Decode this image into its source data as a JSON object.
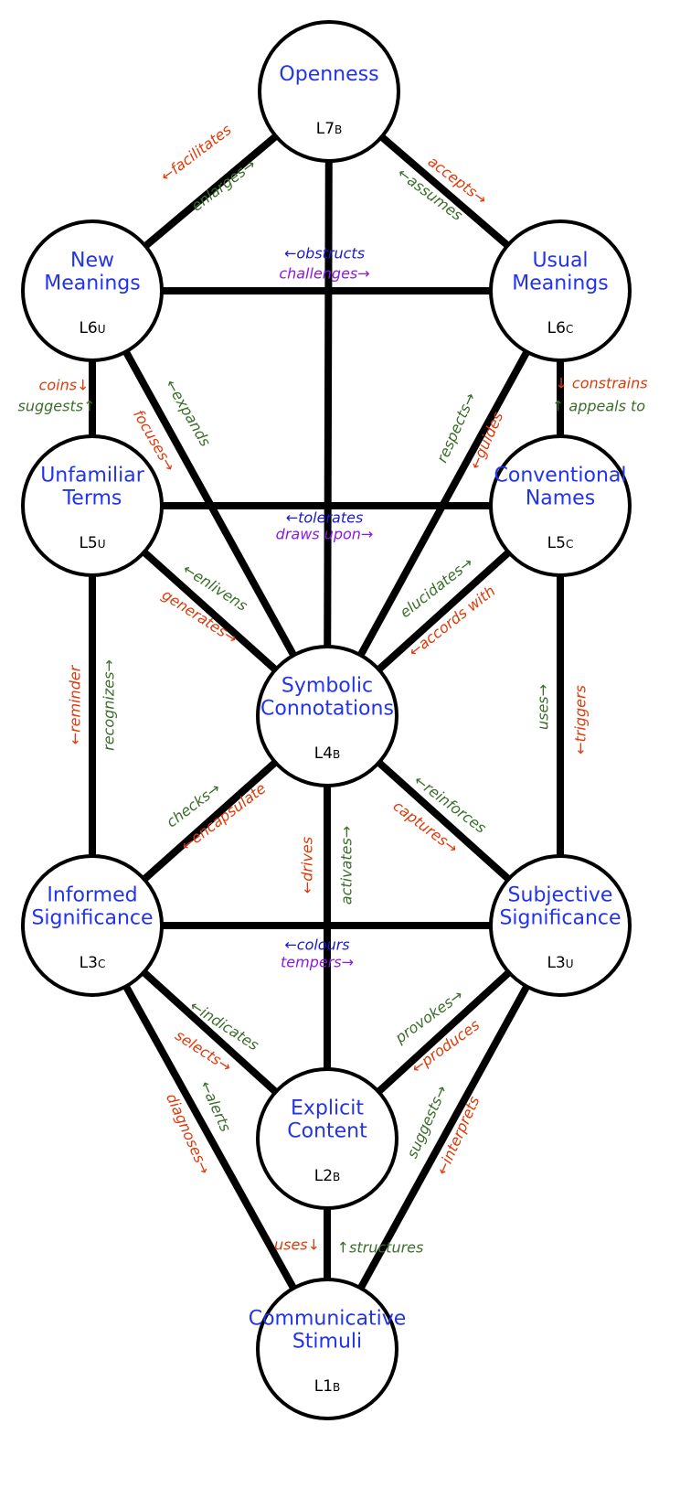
{
  "colors": {
    "node_text": "#2233ee",
    "red": "#e03a0a",
    "green": "#3a6e2a",
    "blue": "#1a1ad0",
    "purple": "#8a1ae0",
    "line": "#000000"
  },
  "nodes": [
    {
      "id": "L7",
      "lines": [
        "Openness"
      ],
      "level": "L7",
      "sub": "B"
    },
    {
      "id": "L6U",
      "lines": [
        "New",
        "Meanings"
      ],
      "level": "L6",
      "sub": "U"
    },
    {
      "id": "L6C",
      "lines": [
        "Usual",
        "Meanings"
      ],
      "level": "L6",
      "sub": "C"
    },
    {
      "id": "L5U",
      "lines": [
        "Unfamiliar",
        "Terms"
      ],
      "level": "L5",
      "sub": "U"
    },
    {
      "id": "L5C",
      "lines": [
        "Conventional",
        "Names"
      ],
      "level": "L5",
      "sub": "C"
    },
    {
      "id": "L4",
      "lines": [
        "Symbolic",
        "Connotations"
      ],
      "level": "L4",
      "sub": "B"
    },
    {
      "id": "L3C",
      "lines": [
        "Informed",
        "Significance"
      ],
      "level": "L3",
      "sub": "C"
    },
    {
      "id": "L3U",
      "lines": [
        "Subjective",
        "Significance"
      ],
      "level": "L3",
      "sub": "U"
    },
    {
      "id": "L2",
      "lines": [
        "Explicit",
        "Content"
      ],
      "level": "L2",
      "sub": "B"
    },
    {
      "id": "L1",
      "lines": [
        "Communicative",
        "Stimuli"
      ],
      "level": "L1",
      "sub": "B"
    }
  ],
  "edges": [
    {
      "from": "L7",
      "to": "L6U",
      "labels": [
        {
          "text": "←facilitates",
          "color": "red"
        },
        {
          "text": "enlarges→",
          "color": "green"
        }
      ]
    },
    {
      "from": "L7",
      "to": "L6C",
      "labels": [
        {
          "text": "accepts→",
          "color": "red"
        },
        {
          "text": "←assumes",
          "color": "green"
        }
      ]
    },
    {
      "from": "L7",
      "to": "L4",
      "labels": []
    },
    {
      "from": "L6U",
      "to": "L6C",
      "labels": [
        {
          "text": "←obstructs",
          "color": "blue"
        },
        {
          "text": "challenges→",
          "color": "purple"
        }
      ]
    },
    {
      "from": "L6U",
      "to": "L5U",
      "labels": [
        {
          "text": "coins↓",
          "color": "red"
        },
        {
          "text": "suggests↑",
          "color": "green"
        }
      ]
    },
    {
      "from": "L6C",
      "to": "L5C",
      "labels": [
        {
          "text": "↓ constrains",
          "color": "red"
        },
        {
          "text": "↑ appeals to",
          "color": "green"
        }
      ]
    },
    {
      "from": "L6U",
      "to": "L4",
      "labels": [
        {
          "text": "focuses→",
          "color": "red"
        },
        {
          "text": "←expands",
          "color": "green"
        }
      ]
    },
    {
      "from": "L6C",
      "to": "L4",
      "labels": [
        {
          "text": "respects→",
          "color": "green"
        },
        {
          "text": "←guides",
          "color": "red"
        }
      ]
    },
    {
      "from": "L5U",
      "to": "L5C",
      "labels": [
        {
          "text": "←tolerates",
          "color": "blue"
        },
        {
          "text": "draws upon→",
          "color": "purple"
        }
      ]
    },
    {
      "from": "L5U",
      "to": "L4",
      "labels": [
        {
          "text": "←enlivens",
          "color": "green"
        },
        {
          "text": "generates→",
          "color": "red"
        }
      ]
    },
    {
      "from": "L5C",
      "to": "L4",
      "labels": [
        {
          "text": "elucidates→",
          "color": "green"
        },
        {
          "text": "←accords with",
          "color": "red"
        }
      ]
    },
    {
      "from": "L5U",
      "to": "L3C",
      "labels": [
        {
          "text": "←reminder",
          "color": "red"
        },
        {
          "text": "recognizes→",
          "color": "green"
        }
      ]
    },
    {
      "from": "L5C",
      "to": "L3U",
      "labels": [
        {
          "text": "uses→",
          "color": "green"
        },
        {
          "text": "←triggers",
          "color": "red"
        }
      ]
    },
    {
      "from": "L4",
      "to": "L3C",
      "labels": [
        {
          "text": "checks→",
          "color": "green"
        },
        {
          "text": "←encapsulate",
          "color": "red"
        }
      ]
    },
    {
      "from": "L4",
      "to": "L3U",
      "labels": [
        {
          "text": "←reinforces",
          "color": "green"
        },
        {
          "text": "captures→",
          "color": "red"
        }
      ]
    },
    {
      "from": "L4",
      "to": "L2",
      "labels": [
        {
          "text": "←drives",
          "color": "red"
        },
        {
          "text": "activates→",
          "color": "green"
        }
      ]
    },
    {
      "from": "L3C",
      "to": "L3U",
      "labels": [
        {
          "text": "←colours",
          "color": "blue"
        },
        {
          "text": "tempers→",
          "color": "purple"
        }
      ]
    },
    {
      "from": "L3C",
      "to": "L2",
      "labels": [
        {
          "text": "←indicates",
          "color": "green"
        },
        {
          "text": "selects→",
          "color": "red"
        }
      ]
    },
    {
      "from": "L3U",
      "to": "L2",
      "labels": [
        {
          "text": "provokes→",
          "color": "green"
        },
        {
          "text": "←produces",
          "color": "red"
        }
      ]
    },
    {
      "from": "L3C",
      "to": "L1",
      "labels": [
        {
          "text": "diagnoses→",
          "color": "red"
        },
        {
          "text": "←alerts",
          "color": "green"
        }
      ]
    },
    {
      "from": "L3U",
      "to": "L1",
      "labels": [
        {
          "text": "suggests→",
          "color": "green"
        },
        {
          "text": "←interprets",
          "color": "red"
        }
      ]
    },
    {
      "from": "L2",
      "to": "L1",
      "labels": [
        {
          "text": "uses↓",
          "color": "red"
        },
        {
          "text": "↑structures",
          "color": "green"
        }
      ]
    }
  ]
}
